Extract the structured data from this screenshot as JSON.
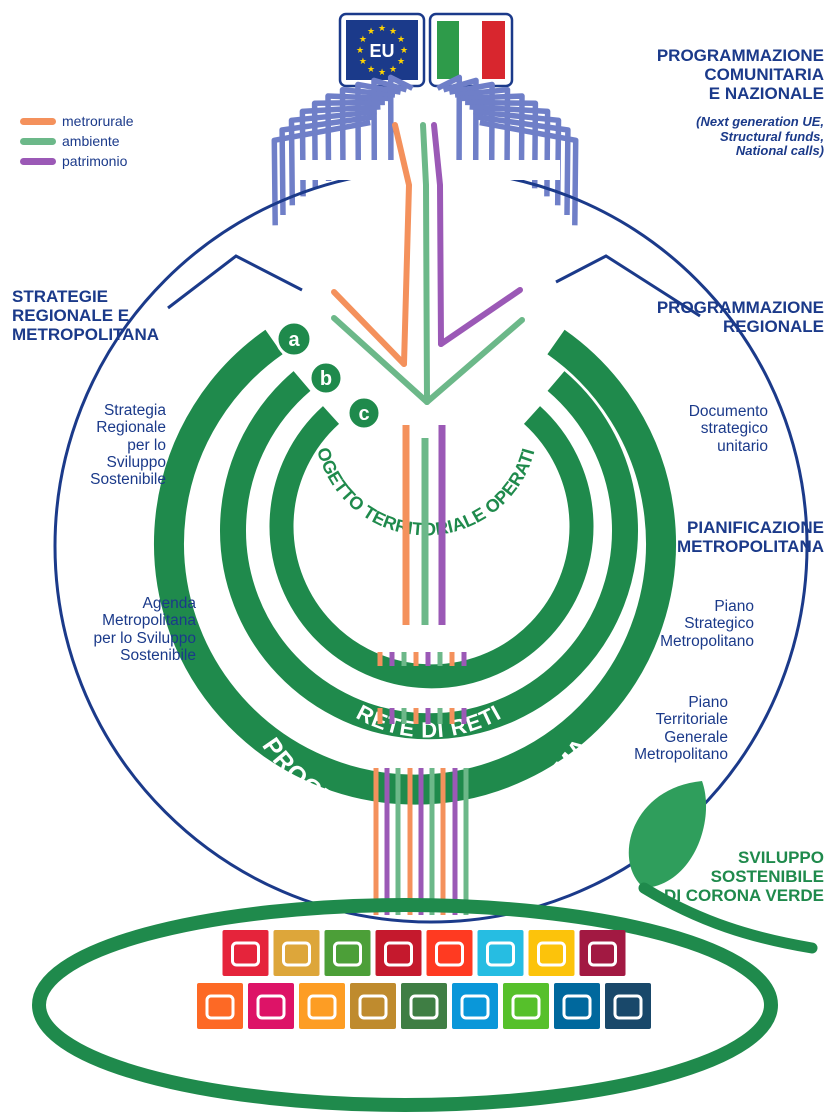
{
  "flags": {
    "eu_label": "EU"
  },
  "legend": [
    {
      "label": "metrorurale",
      "color": "#f4915c"
    },
    {
      "label": "ambiente",
      "color": "#6cb889"
    },
    {
      "label": "patrimonio",
      "color": "#9b59b6"
    }
  ],
  "labels": {
    "prog_comunitaria": [
      "PROGRAMMAZIONE",
      "COMUNITARIA",
      "E NAZIONALE"
    ],
    "prog_comunitaria_note": [
      "(Next generation UE,",
      "Structural funds,",
      "National calls)"
    ],
    "strategie": [
      "STRATEGIE",
      "REGIONALE E",
      "METROPOLITANA"
    ],
    "strategia_regionale": [
      "Strategia",
      "Regionale",
      "per lo",
      "Sviluppo",
      "Sostenibile"
    ],
    "agenda": [
      "Agenda",
      "Metropolitana",
      "per lo Sviluppo",
      "Sostenibile"
    ],
    "prog_regionale": [
      "PROGRAMMAZIONE",
      "REGIONALE"
    ],
    "documento": [
      "Documento",
      "strategico",
      "unitario"
    ],
    "pianificazione": [
      "PIANIFICAZIONE",
      "METROPOLITANA"
    ],
    "piano_strategico": [
      "Piano",
      "Strategico",
      "Metropolitano"
    ],
    "piano_territoriale": [
      "Piano",
      "Territoriale",
      "Generale",
      "Metropolitano"
    ],
    "sviluppo": [
      "SVILUPPO",
      "SOSTENIBILE",
      "DI CORONA VERDE"
    ]
  },
  "arcs": {
    "a": "a",
    "b": "b",
    "c": "c",
    "outer_text": "PROGETTUALITA' DI SISTEMA",
    "middle_text": "RETE DI RETI",
    "inner_text": "PROGETTO TERRITORIALE OPERATIVO"
  },
  "colors": {
    "navy": "#1b3a8a",
    "slate_blue": "#6f7fc8",
    "green_dark": "#1f8a4c",
    "orange": "#f4915c",
    "green_light": "#6cb889",
    "purple": "#9b59b6"
  },
  "sdg_icons": [
    {
      "name": "no-poverty-icon",
      "color": "#e5243b"
    },
    {
      "name": "zero-hunger-icon",
      "color": "#dda63a"
    },
    {
      "name": "good-health-icon",
      "color": "#4c9f38"
    },
    {
      "name": "quality-education-icon",
      "color": "#c5192d"
    },
    {
      "name": "gender-equality-icon",
      "color": "#ff3a21"
    },
    {
      "name": "clean-water-icon",
      "color": "#26bde2"
    },
    {
      "name": "clean-energy-icon",
      "color": "#fcc30b"
    },
    {
      "name": "decent-work-icon",
      "color": "#a21942"
    },
    {
      "name": "industry-innovation-icon",
      "color": "#fd6925"
    },
    {
      "name": "reduced-inequalities-icon",
      "color": "#dd1367"
    },
    {
      "name": "sustainable-cities-icon",
      "color": "#fd9d24"
    },
    {
      "name": "responsible-consumption-icon",
      "color": "#bf8b2e"
    },
    {
      "name": "climate-action-icon",
      "color": "#3f7e44"
    },
    {
      "name": "life-below-water-icon",
      "color": "#0a97d9"
    },
    {
      "name": "life-on-land-icon",
      "color": "#56c02b"
    },
    {
      "name": "peace-justice-icon",
      "color": "#00689d"
    },
    {
      "name": "partnerships-icon",
      "color": "#19486a"
    }
  ]
}
